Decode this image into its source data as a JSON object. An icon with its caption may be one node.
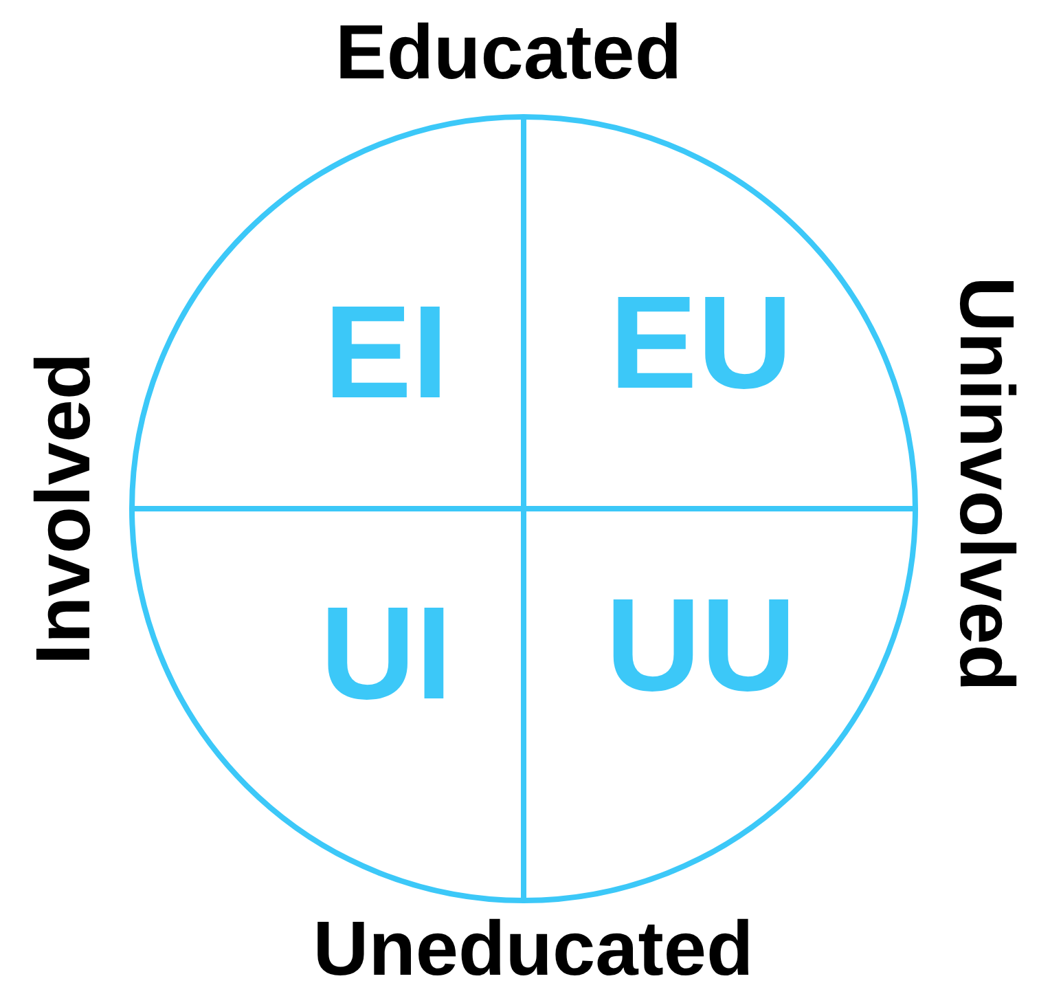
{
  "diagram": {
    "nodes": [
      {
        "text": [],
        "shape": "circle"
      },
      {
        "text": [
          "EI"
        ],
        "in": 0
      },
      {
        "text": [
          "EU"
        ],
        "in": 0
      },
      {
        "text": [
          "UI"
        ],
        "in": 0
      },
      {
        "text": [
          "UU"
        ],
        "in": 0
      }
    ],
    "labels": [
      "Educated",
      "Involved",
      "Uninvolved",
      "Uneducated"
    ]
  }
}
